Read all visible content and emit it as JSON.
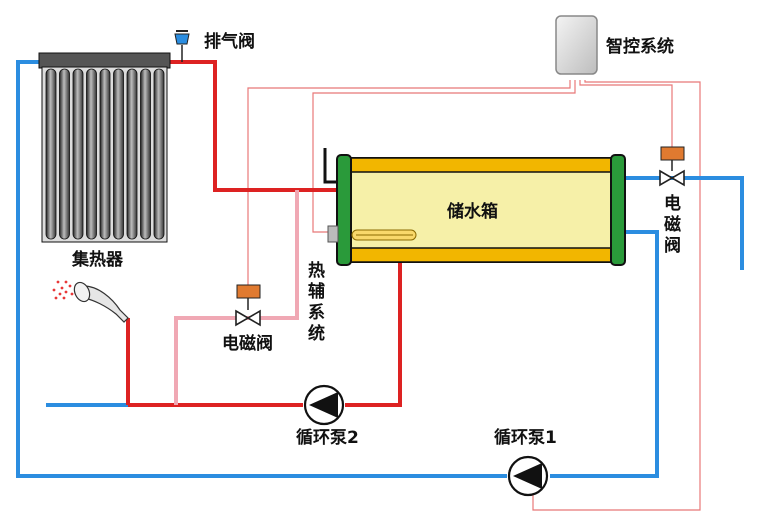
{
  "labels": {
    "vent_valve": "排气阀",
    "controller": "智控系统",
    "collector": "集热器",
    "tank": "储水箱",
    "aux_heat_1": "热",
    "aux_heat_2": "辅",
    "aux_heat_3": "系",
    "aux_heat_4": "统",
    "solenoid_left": "电磁阀",
    "solenoid_right_1": "电",
    "solenoid_right_2": "磁",
    "solenoid_right_3": "阀",
    "pump_2": "循环泵2",
    "pump_1": "循环泵1"
  },
  "colors": {
    "hot_pipe": "#dd2222",
    "cold_pipe": "#2b8de0",
    "aux_pipe": "#f0a8b4",
    "control_wire": "#e87878",
    "tank_body": "#f6f0a8",
    "tank_band": "#f2b600",
    "tank_end": "#2a9a3a",
    "valve_actuator": "#e07a30"
  }
}
